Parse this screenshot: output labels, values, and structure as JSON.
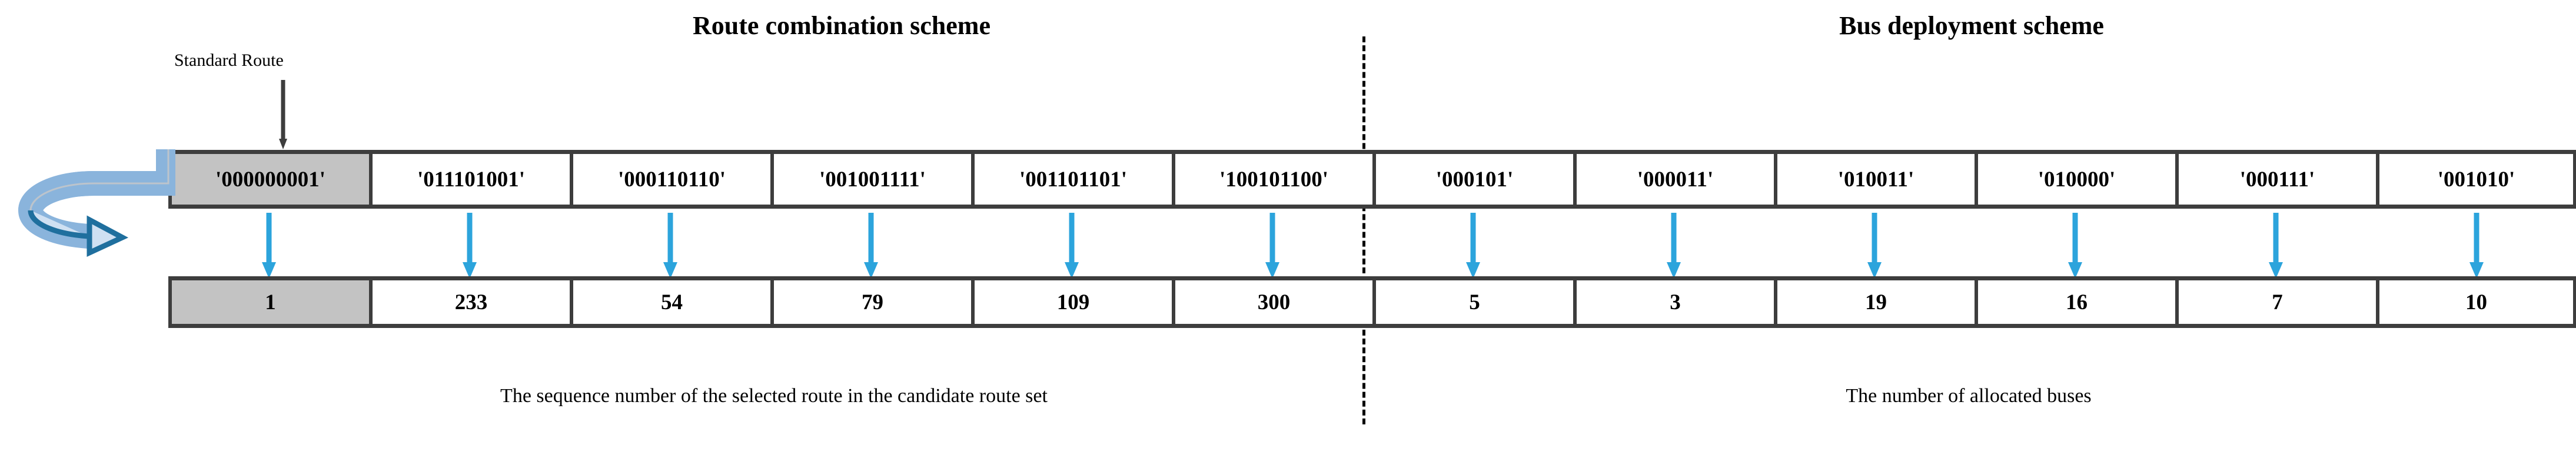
{
  "titles": {
    "route_scheme": "Route combination scheme",
    "bus_scheme": "Bus deployment scheme"
  },
  "callout": {
    "standard_route_label": "Standard Route"
  },
  "captions": {
    "left": "The sequence number of the selected route in the candidate route set",
    "right": "The number of allocated buses"
  },
  "colors": {
    "cell_border": "#3d3d3d",
    "highlight_fill": "#c3c3c3",
    "connector_blue": "#2ca4dc",
    "loop_arrow_fill": "#8ab4dc",
    "loop_arrow_stroke": "#1f6f9e",
    "divider": "#000000"
  },
  "chromosome": {
    "gene_row": [
      {
        "binary": "'000000001'",
        "highlight": true
      },
      {
        "binary": "'011101001'",
        "highlight": false
      },
      {
        "binary": "'000110110'",
        "highlight": false
      },
      {
        "binary": "'001001111'",
        "highlight": false
      },
      {
        "binary": "'001101101'",
        "highlight": false
      },
      {
        "binary": "'100101100'",
        "highlight": false
      },
      {
        "binary": "'000101'",
        "highlight": false
      },
      {
        "binary": "'000011'",
        "highlight": false
      },
      {
        "binary": "'010011'",
        "highlight": false
      },
      {
        "binary": "'010000'",
        "highlight": false
      },
      {
        "binary": "'000111'",
        "highlight": false
      },
      {
        "binary": "'001010'",
        "highlight": false
      }
    ],
    "decoded_row": [
      {
        "value": "1",
        "highlight": true
      },
      {
        "value": "233",
        "highlight": false
      },
      {
        "value": "54",
        "highlight": false
      },
      {
        "value": "79",
        "highlight": false
      },
      {
        "value": "109",
        "highlight": false
      },
      {
        "value": "300",
        "highlight": false
      },
      {
        "value": "5",
        "highlight": false
      },
      {
        "value": "3",
        "highlight": false
      },
      {
        "value": "19",
        "highlight": false
      },
      {
        "value": "16",
        "highlight": false
      },
      {
        "value": "7",
        "highlight": false
      },
      {
        "value": "10",
        "highlight": false
      }
    ]
  },
  "icons": {
    "standard_route_arrow": "arrow-down-icon",
    "connector_arrow": "arrow-down-icon",
    "loop_arrow": "curved-loop-arrow-icon",
    "divider": "dashed-divider-icon"
  }
}
